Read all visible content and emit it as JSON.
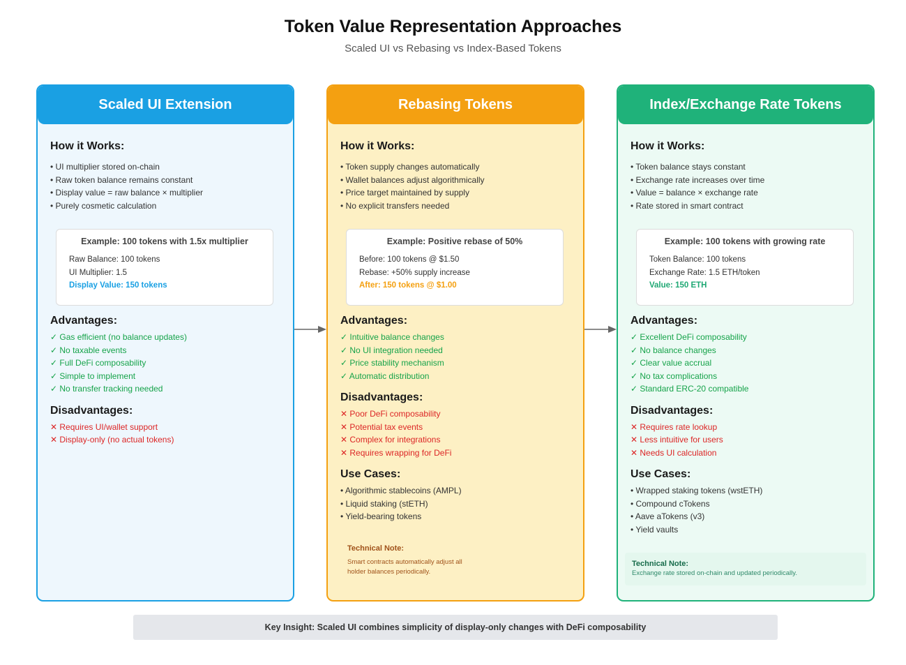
{
  "title": "Token Value Representation Approaches",
  "subtitle": "Scaled UI vs Rebasing vs Index-Based Tokens",
  "colors": {
    "blue": "#1aa0e3",
    "orange": "#f4a011",
    "green": "#1fb27a"
  },
  "cards": [
    {
      "title": "Scaled UI Extension",
      "how_label": "How it Works:",
      "how": [
        "UI multiplier stored on-chain",
        "Raw token balance remains constant",
        "Display value = raw balance × multiplier",
        "Purely cosmetic calculation"
      ],
      "example": {
        "title": "Example: 100 tokens with 1.5x multiplier",
        "lines": [
          "Raw Balance: 100 tokens",
          "UI Multiplier: 1.5"
        ],
        "result": "Display Value: 150 tokens"
      },
      "adv_label": "Advantages:",
      "advantages": [
        "✓ Gas efficient (no balance updates)",
        "✓ No taxable events",
        "✓ Full DeFi composability",
        "✓ Simple to implement",
        "✓ No transfer tracking needed"
      ],
      "dis_label": "Disadvantages:",
      "disadvantages": [
        "✕ Requires UI/wallet support",
        "✕ Display-only (no actual tokens)"
      ]
    },
    {
      "title": "Rebasing Tokens",
      "how_label": "How it Works:",
      "how": [
        "Token supply changes automatically",
        "Wallet balances adjust algorithmically",
        "Price target maintained by supply",
        "No explicit transfers needed"
      ],
      "example": {
        "title": "Example: Positive rebase of 50%",
        "lines": [
          "Before: 100 tokens @ $1.50",
          "Rebase: +50% supply increase"
        ],
        "result": "After: 150 tokens @ $1.00"
      },
      "adv_label": "Advantages:",
      "advantages": [
        "✓ Intuitive balance changes",
        "✓ No UI integration needed",
        "✓ Price stability mechanism",
        "✓ Automatic distribution"
      ],
      "dis_label": "Disadvantages:",
      "disadvantages": [
        "✕ Poor DeFi composability",
        "✕ Potential tax events",
        "✕ Complex for integrations",
        "✕ Requires wrapping for DeFi"
      ],
      "use_label": "Use Cases:",
      "use_cases": [
        "Algorithmic stablecoins (AMPL)",
        "Liquid staking (stETH)",
        "Yield-bearing tokens"
      ],
      "note": {
        "title": "Technical Note:",
        "body": "Smart contracts automatically adjust all holder balances periodically."
      }
    },
    {
      "title": "Index/Exchange Rate Tokens",
      "how_label": "How it Works:",
      "how": [
        "Token balance stays constant",
        "Exchange rate increases over time",
        "Value = balance × exchange rate",
        "Rate stored in smart contract"
      ],
      "example": {
        "title": "Example: 100 tokens with growing rate",
        "lines": [
          "Token Balance: 100 tokens",
          "Exchange Rate: 1.5 ETH/token"
        ],
        "result": "Value: 150 ETH"
      },
      "adv_label": "Advantages:",
      "advantages": [
        "✓ Excellent DeFi composability",
        "✓ No balance changes",
        "✓ Clear value accrual",
        "✓ No tax complications",
        "✓ Standard ERC-20 compatible"
      ],
      "dis_label": "Disadvantages:",
      "disadvantages": [
        "✕ Requires rate lookup",
        "✕ Less intuitive for users",
        "✕ Needs UI calculation"
      ],
      "use_label": "Use Cases:",
      "use_cases": [
        "Wrapped staking tokens (wstETH)",
        "Compound cTokens",
        "Aave aTokens (v3)",
        "Yield vaults"
      ],
      "note": {
        "title": "Technical Note:",
        "body": "Exchange rate stored on-chain and updated periodically."
      }
    }
  ],
  "insight": "Key Insight: Scaled UI combines simplicity of display-only changes with DeFi composability"
}
